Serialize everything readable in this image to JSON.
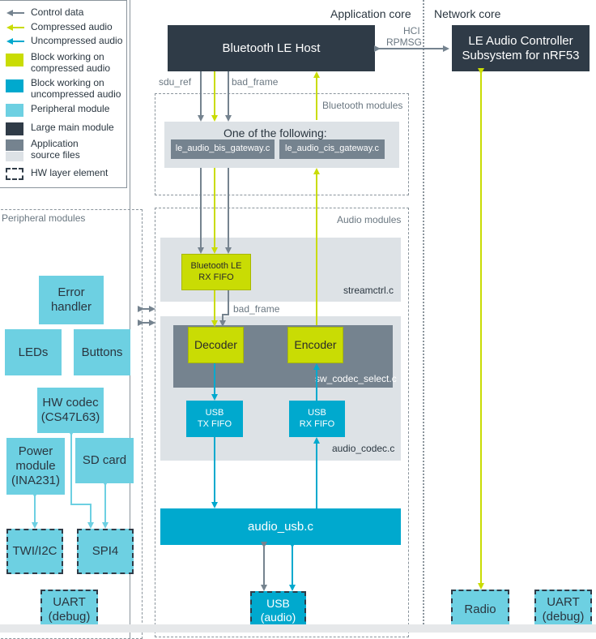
{
  "legend": {
    "control": "Control data",
    "compressed": "Compressed audio",
    "uncompressed": "Uncompressed audio",
    "block_compressed": "Block working on\ncompressed audio",
    "block_uncompressed": "Block working on\nuncompressed audio",
    "peripheral": "Peripheral module",
    "large": "Large main module",
    "app_source": "Application\nsource files",
    "hw_layer": "HW layer element"
  },
  "regions": {
    "app_core": "Application core",
    "net_core": "Network core",
    "bt_modules": "Bluetooth modules",
    "audio_modules": "Audio modules",
    "peripheral_modules": "Peripheral modules"
  },
  "blocks": {
    "bt_host": "Bluetooth LE Host",
    "le_controller": "LE Audio Controller\nSubsystem for nRF53",
    "one_of": "One of the following:",
    "bis_gateway": "le_audio_bis_gateway.c",
    "cis_gateway": "le_audio_cis_gateway.c",
    "rx_fifo": "Bluetooth LE\nRX FIFO",
    "streamctrl": "streamctrl.c",
    "decoder": "Decoder",
    "encoder": "Encoder",
    "sw_codec": "sw_codec_select.c",
    "usb_tx": "USB\nTX FIFO",
    "usb_rx": "USB\nRX FIFO",
    "audio_codec": "audio_codec.c",
    "audio_usb": "audio_usb.c",
    "usb_audio": "USB\n(audio)",
    "error_handler": "Error\nhandler",
    "leds": "LEDs",
    "buttons": "Buttons",
    "hw_codec": "HW codec\n(CS47L63)",
    "power_module": "Power\nmodule\n(INA231)",
    "sd_card": "SD card",
    "twi": "TWI/I2C",
    "spi4": "SPI4",
    "uart_left": "UART\n(debug)",
    "radio": "Radio",
    "uart_right": "UART\n(debug)"
  },
  "labels": {
    "hci": "HCI",
    "rpmsg": "RPMSG",
    "sdu_ref": "sdu_ref",
    "bad_frame_top": "bad_frame",
    "bad_frame_mid": "bad_frame"
  },
  "colors": {
    "control": "#75838f",
    "compressed": "#c9dc04",
    "uncompressed": "#00a9ce",
    "peripheral": "#6dd0e2",
    "large": "#2f3b47",
    "panel": "#dde2e6"
  }
}
